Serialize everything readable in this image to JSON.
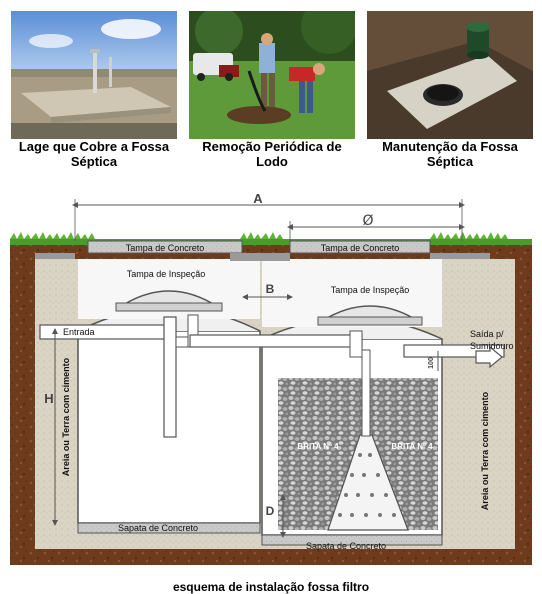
{
  "photos": [
    {
      "caption": "Lage que Cobre a Fossa Séptica"
    },
    {
      "caption": "Remoção Periódica de Lodo"
    },
    {
      "caption": "Manutenção da Fossa Séptica"
    }
  ],
  "diagram": {
    "dimension_a": "A",
    "dimension_diameter": "Ø",
    "dimension_b": "B",
    "dimension_h": "H",
    "dimension_d": "D",
    "dimension_100": "100",
    "lid_left": "Tampa de Concreto",
    "lid_right": "Tampa de Concreto",
    "inspection_left": "Tampa de Inspeção",
    "inspection_right": "Tampa de Inspeção",
    "inlet": "Entrada",
    "outlet_line1": "Saída p/",
    "outlet_line2": "Sumidouro",
    "gravel_left": "BRITA Nº 4",
    "gravel_right": "BRITA Nº 4",
    "base_left": "Sapata de Concreto",
    "base_right": "Sapata de Concreto",
    "side_left": "Areia ou Terra com cimento",
    "side_right": "Areia ou Terra com cimento"
  },
  "footer": "esquema de instalação fossa filtro"
}
